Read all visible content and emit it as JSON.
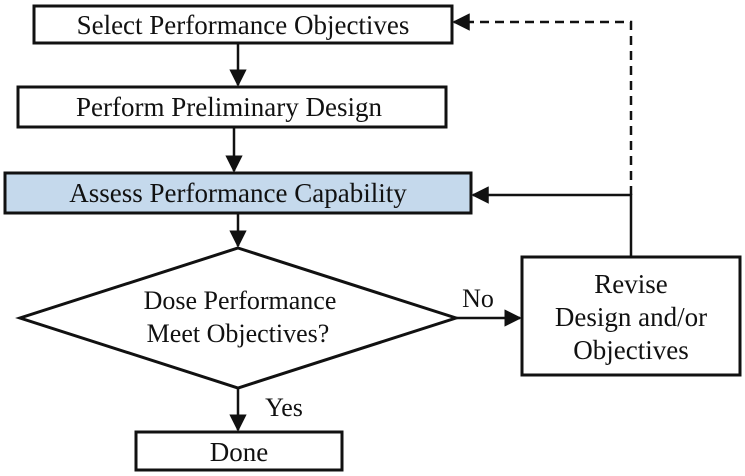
{
  "nodes": {
    "select": "Select Performance Objectives",
    "preliminary": "Perform Preliminary Design",
    "assess": "Assess Performance Capability",
    "decision_line1": "Dose Performance",
    "decision_line2": "Meet Objectives?",
    "revise_line1": "Revise",
    "revise_line2": "Design and/or",
    "revise_line3": "Objectives",
    "done": "Done"
  },
  "edges": {
    "no_label": "No",
    "yes_label": "Yes"
  },
  "colors": {
    "assess_fill": "#c5d9ec",
    "stroke": "#111111"
  }
}
